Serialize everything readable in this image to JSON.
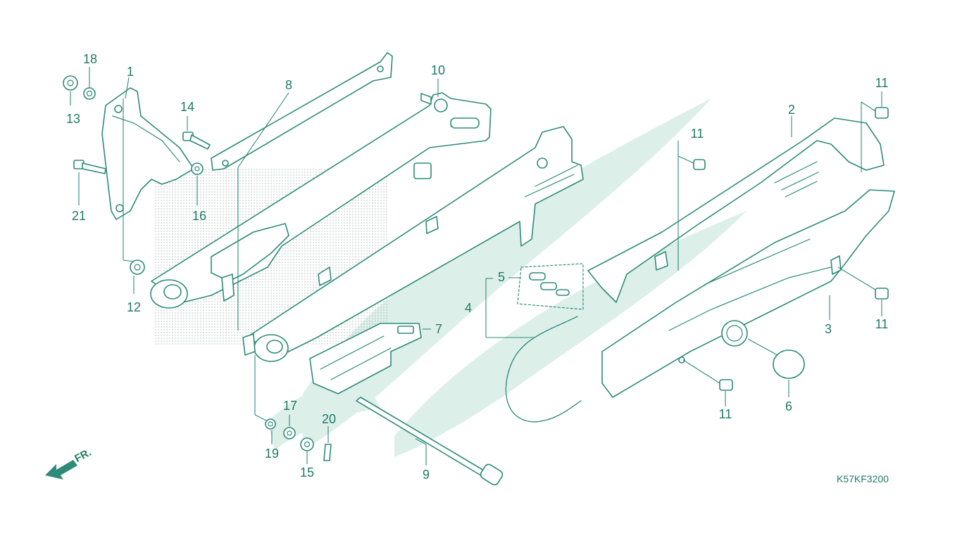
{
  "diagram": {
    "code": "K57KF3200",
    "front_label": "FR.",
    "colors": {
      "line": "#2e8b78",
      "text": "#1f7a66",
      "watermark": "#dcefe9"
    },
    "callouts": [
      "1",
      "2",
      "3",
      "4",
      "5",
      "6",
      "7",
      "8",
      "9",
      "10",
      "11",
      "11",
      "11",
      "11",
      "11",
      "12",
      "13",
      "14",
      "15",
      "16",
      "17",
      "18",
      "19",
      "20",
      "21"
    ]
  }
}
